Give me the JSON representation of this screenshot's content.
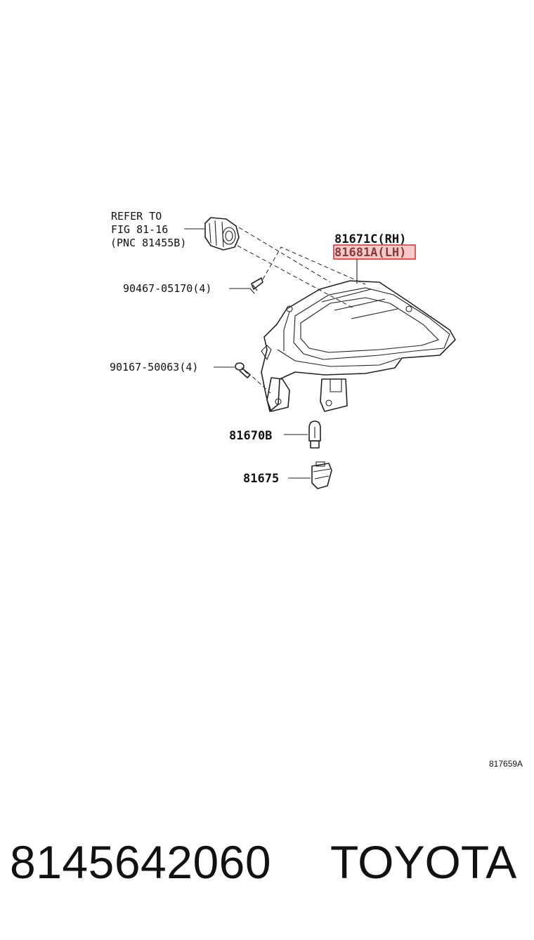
{
  "diagram": {
    "refer_line1": "REFER TO",
    "refer_line2": "FIG 81-16",
    "refer_line3": "(PNC 81455B)",
    "label_rh": "81671C(RH)",
    "label_lh": "81681A(LH)",
    "label_screw1": "90467-05170(4)",
    "label_screw2": "90167-50063(4)",
    "label_bulb": "81670B",
    "label_socket": "81675",
    "ref_code": "817659A"
  },
  "footer": {
    "part_number": "8145642060",
    "brand": "TOYOTA"
  },
  "colors": {
    "highlight_fill": "#f4c9c9",
    "highlight_stroke": "#d23b3b",
    "line": "#222222"
  }
}
